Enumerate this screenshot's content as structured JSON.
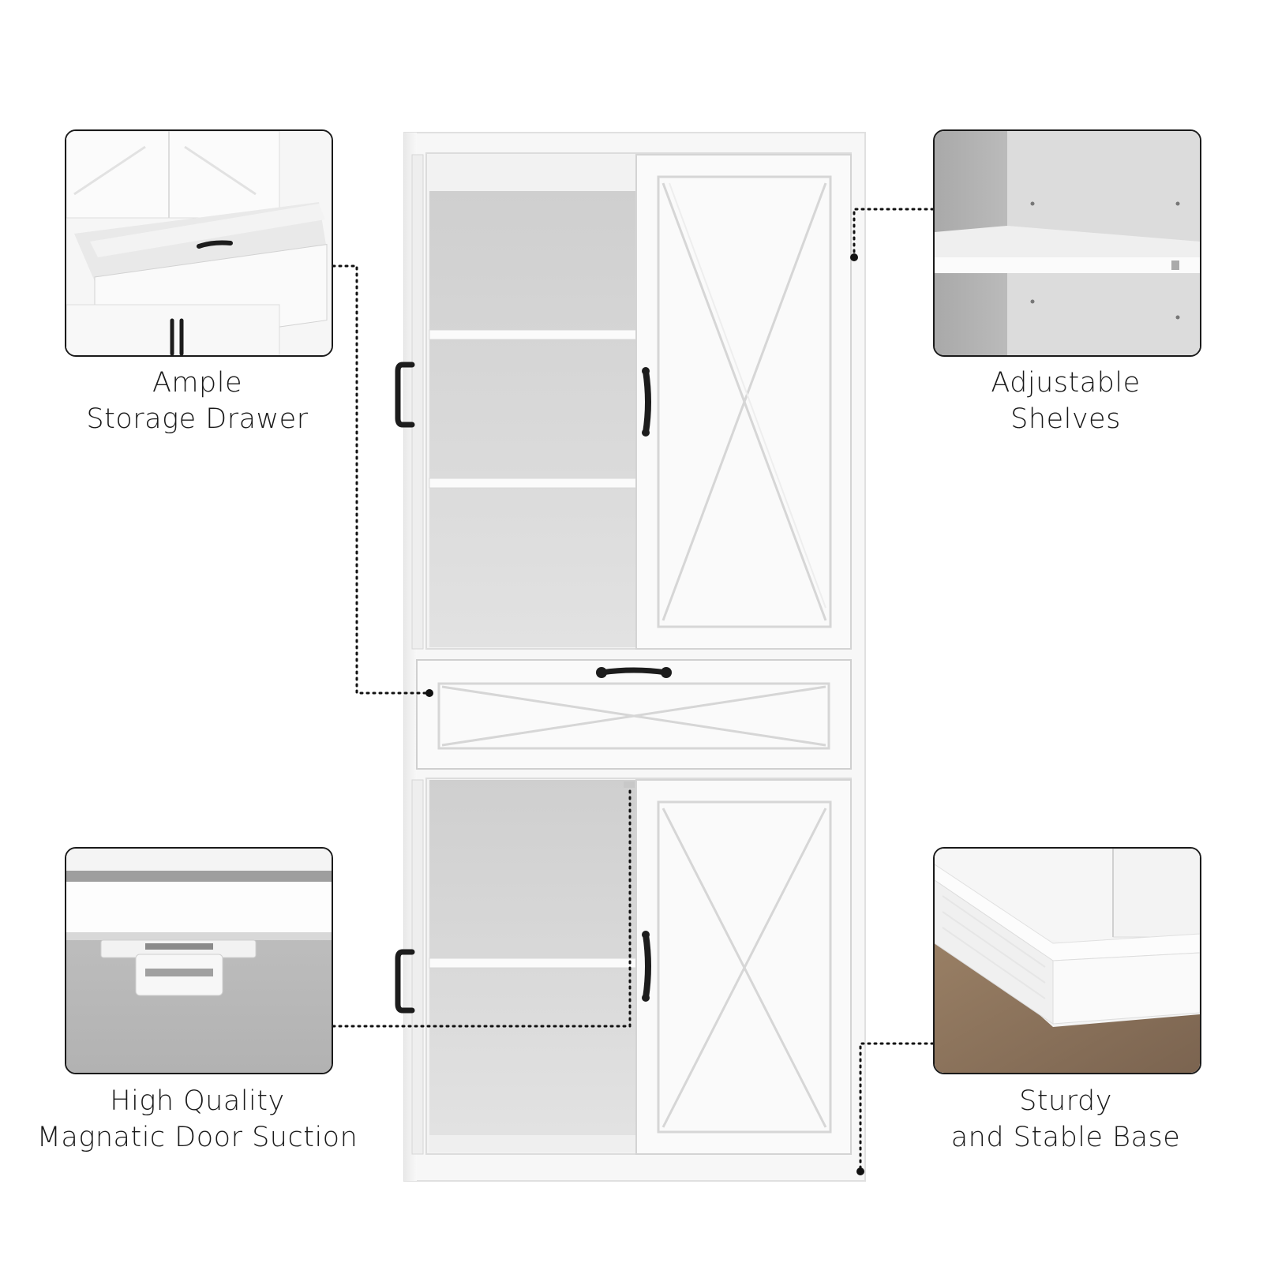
{
  "features": {
    "drawer": {
      "line1": "Ample",
      "line2": "Storage Drawer",
      "icon": "drawer-closeup-image"
    },
    "shelves": {
      "line1": "Adjustable",
      "line2": "Shelves",
      "icon": "shelf-closeup-image"
    },
    "magnet": {
      "line1": "High Quality",
      "line2": "Magnatic Door Suction",
      "icon": "magnet-catch-closeup-image"
    },
    "base": {
      "line1": "Sturdy",
      "line2": "and Stable Base",
      "icon": "base-closeup-image"
    }
  },
  "colors": {
    "background": "#ffffff",
    "cabinet_white": "#fafafa",
    "cabinet_interior": "#d9d9d9",
    "handle_black": "#1c1c1c",
    "connector": "#111111",
    "floor_wood": "#8a735c"
  }
}
